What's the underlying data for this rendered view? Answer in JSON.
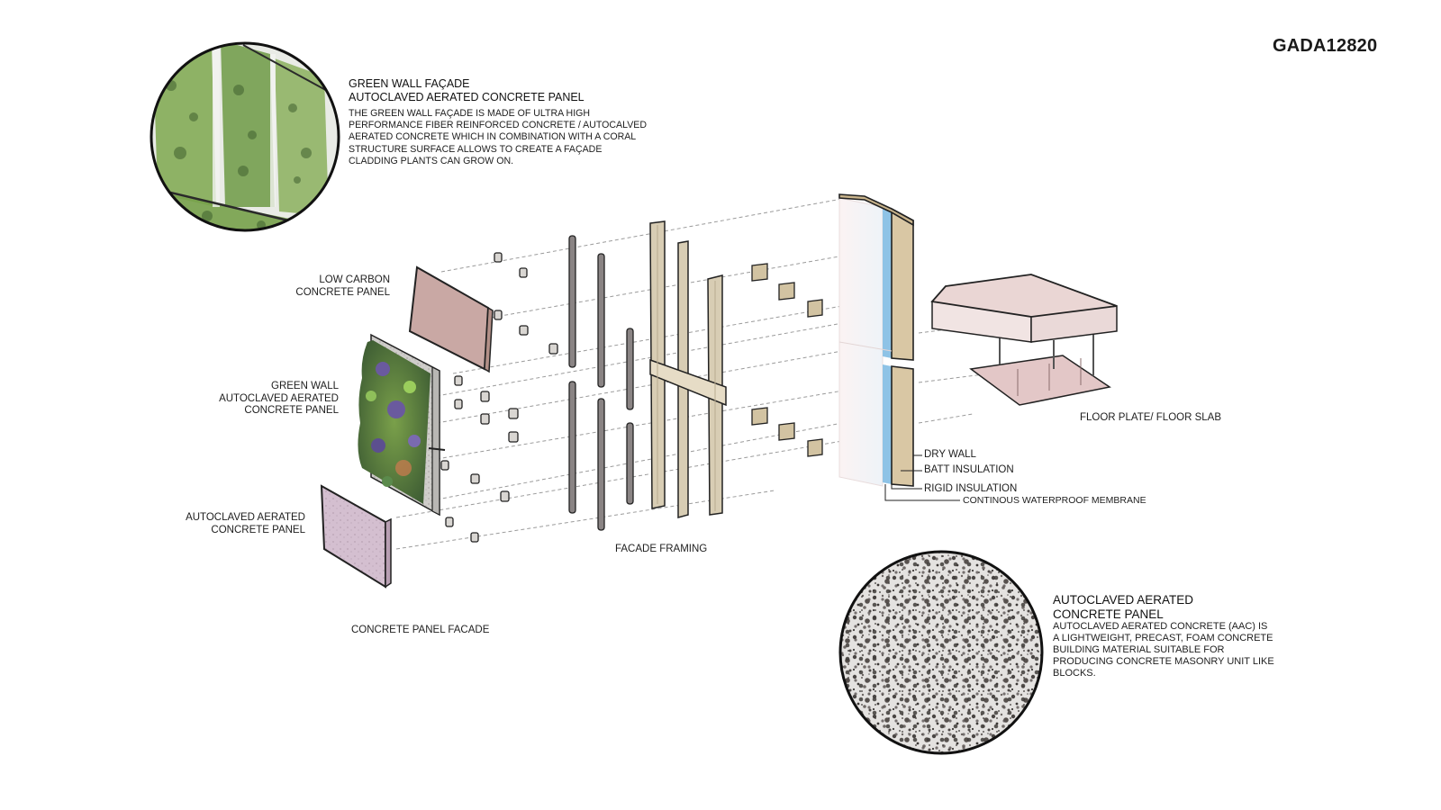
{
  "drawing_code": "GADA12820",
  "green_wall_callout": {
    "title_line1": "GREEN WALL FAÇADE",
    "title_line2": "AUTOCLAVED AERATED CONCRETE PANEL",
    "description": [
      "THE GREEN WALL FAÇADE IS MADE OF ULTRA HIGH",
      "PERFORMANCE FIBER REINFORCED CONCRETE / AUTOCALVED",
      "AERATED CONCRETE WHICH IN COMBINATION WITH A CORAL",
      "STRUCTURE SURFACE ALLOWS TO CREATE A FAÇADE",
      "CLADDING PLANTS CAN GROW ON."
    ],
    "image": "green-wall-closeup"
  },
  "aac_callout": {
    "title_line1": "AUTOCLAVED AERATED",
    "title_line2": "CONCRETE PANEL",
    "description": [
      "AUTOCLAVED AERATED CONCRETE (AAC) IS",
      "A LIGHTWEIGHT, PRECAST, FOAM CONCRETE",
      "BUILDING MATERIAL SUITABLE FOR",
      "PRODUCING CONCRETE MASONRY UNIT LIKE",
      "BLOCKS."
    ],
    "image": "aac-texture-closeup"
  },
  "panel_labels": {
    "low_carbon": "LOW CARBON\nCONCRETE PANEL",
    "green_wall": "GREEN WALL\nAUTOCLAVED AERATED\nCONCRETE PANEL",
    "aac": "AUTOCLAVED AERATED\nCONCRETE PANEL"
  },
  "group_labels": {
    "concrete_panel_facade": "CONCRETE PANEL FACADE",
    "facade_framing": "FACADE FRAMING",
    "floor_plate": "FLOOR PLATE/ FLOOR SLAB"
  },
  "wall_layers": [
    {
      "label": "DRY WALL"
    },
    {
      "label": "BATT INSULATION"
    },
    {
      "label": "RIGID INSULATION"
    },
    {
      "label": "CONTINOUS WATERPROOF MEMBRANE"
    }
  ],
  "colors": {
    "concrete_pink": "#c9a8a4",
    "aac_lilac": "#cdb6c9",
    "framing_tan": "#d8cdb4",
    "mullion_grey": "#8a8484",
    "rigid_blue": "#8ec3e6",
    "batt_tan": "#d9c7a4",
    "slab_pink": "#ead9d8",
    "plant_green": "#6f9a45",
    "plant_purple": "#6a5a9e"
  }
}
